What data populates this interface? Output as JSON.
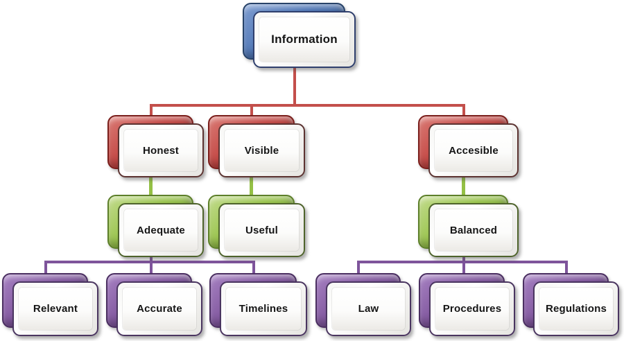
{
  "diagram": {
    "type": "hierarchy",
    "background": "#ffffff",
    "nodes": [
      {
        "id": "information",
        "label": "Information",
        "level": 1,
        "theme": "blue",
        "parent": null
      },
      {
        "id": "honest",
        "label": "Honest",
        "level": 2,
        "theme": "red",
        "parent": "information"
      },
      {
        "id": "visible",
        "label": "Visible",
        "level": 2,
        "theme": "red",
        "parent": "information"
      },
      {
        "id": "accesible",
        "label": "Accesible",
        "level": 2,
        "theme": "red",
        "parent": "information"
      },
      {
        "id": "adequate",
        "label": "Adequate",
        "level": 3,
        "theme": "green",
        "parent": "honest"
      },
      {
        "id": "useful",
        "label": "Useful",
        "level": 3,
        "theme": "green",
        "parent": "visible"
      },
      {
        "id": "balanced",
        "label": "Balanced",
        "level": 3,
        "theme": "green",
        "parent": "accesible"
      },
      {
        "id": "relevant",
        "label": "Relevant",
        "level": 4,
        "theme": "purple",
        "parent": "adequate"
      },
      {
        "id": "accurate",
        "label": "Accurate",
        "level": 4,
        "theme": "purple",
        "parent": "adequate"
      },
      {
        "id": "timelines",
        "label": "Timelines",
        "level": 4,
        "theme": "purple",
        "parent": "adequate"
      },
      {
        "id": "law",
        "label": "Law",
        "level": 4,
        "theme": "purple",
        "parent": "balanced"
      },
      {
        "id": "procedures",
        "label": "Procedures",
        "level": 4,
        "theme": "purple",
        "parent": "balanced"
      },
      {
        "id": "regulations",
        "label": "Regulations",
        "level": 4,
        "theme": "purple",
        "parent": "balanced"
      }
    ],
    "themes": {
      "blue": {
        "light": "#7d9cd0",
        "base": "#4a72b2",
        "dark": "#2f4e80",
        "border": "#274268",
        "face": "#2f3f6d"
      },
      "red": {
        "light": "#da7a74",
        "base": "#c0413e",
        "dark": "#8e2824",
        "border": "#7a1f1c",
        "face": "#5c3331"
      },
      "green": {
        "light": "#c3dc8d",
        "base": "#94c045",
        "dark": "#6d9433",
        "border": "#5d7f2a",
        "face": "#4e632b"
      },
      "purple": {
        "light": "#a681c2",
        "base": "#7e549b",
        "dark": "#5b3a75",
        "border": "#4b2f61",
        "face": "#4a3560"
      }
    },
    "connectors": {
      "red": "#c34f4b",
      "green": "#94c045",
      "purple": "#7e549b"
    },
    "text_color": "#151515"
  }
}
